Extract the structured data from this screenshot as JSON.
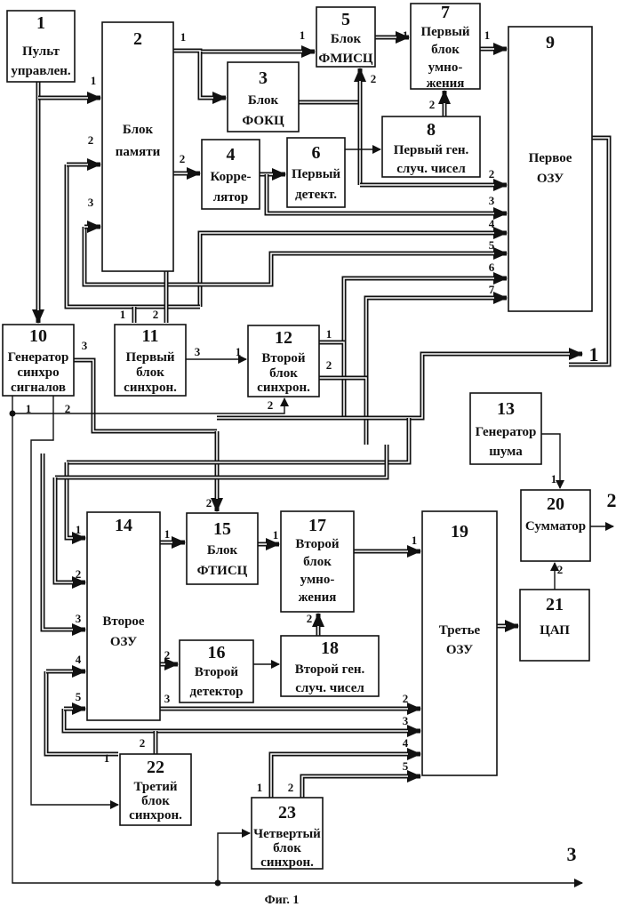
{
  "figure": {
    "caption": "Фиг. 1",
    "external_outputs": [
      "1",
      "2",
      "3"
    ]
  },
  "blocks": [
    {
      "id": "1",
      "lines": [
        "Пульт",
        "управлен."
      ]
    },
    {
      "id": "2",
      "lines": [
        "Блок",
        "памяти"
      ]
    },
    {
      "id": "3",
      "lines": [
        "Блок",
        "ФОКЦ"
      ]
    },
    {
      "id": "4",
      "lines": [
        "Корре-",
        "лятор"
      ]
    },
    {
      "id": "5",
      "lines": [
        "Блок",
        "ФМИСЦ"
      ]
    },
    {
      "id": "6",
      "lines": [
        "Первый",
        "детект."
      ]
    },
    {
      "id": "7",
      "lines": [
        "Первый",
        "блок",
        "умно-",
        "жения"
      ]
    },
    {
      "id": "8",
      "lines": [
        "Первый ген.",
        "случ. чисел"
      ]
    },
    {
      "id": "9",
      "lines": [
        "Первое",
        "ОЗУ"
      ]
    },
    {
      "id": "10",
      "lines": [
        "Генератор",
        "синхро",
        "сигналов"
      ]
    },
    {
      "id": "11",
      "lines": [
        "Первый",
        "блок",
        "синхрон."
      ]
    },
    {
      "id": "12",
      "lines": [
        "Второй",
        "блок",
        "синхрон."
      ]
    },
    {
      "id": "13",
      "lines": [
        "Генератор",
        "шума"
      ]
    },
    {
      "id": "14",
      "lines": [
        "Второе",
        "ОЗУ"
      ]
    },
    {
      "id": "15",
      "lines": [
        "Блок",
        "ФТИСЦ"
      ]
    },
    {
      "id": "16",
      "lines": [
        "Второй",
        "детектор"
      ]
    },
    {
      "id": "17",
      "lines": [
        "Второй",
        "блок",
        "умно-",
        "жения"
      ]
    },
    {
      "id": "18",
      "lines": [
        "Второй ген.",
        "случ. чисел"
      ]
    },
    {
      "id": "19",
      "lines": [
        "Третье",
        "ОЗУ"
      ]
    },
    {
      "id": "20",
      "lines": [
        "Сумматор"
      ]
    },
    {
      "id": "21",
      "lines": [
        "ЦАП"
      ]
    },
    {
      "id": "22",
      "lines": [
        "Третий",
        "блок",
        "синхрон."
      ]
    },
    {
      "id": "23",
      "lines": [
        "Четвертый",
        "блок",
        "синхрон."
      ]
    }
  ],
  "pins": {
    "p1": "1",
    "p2": "2",
    "p3": "3",
    "p4": "4",
    "p5": "5",
    "p6": "6",
    "p7": "7"
  }
}
